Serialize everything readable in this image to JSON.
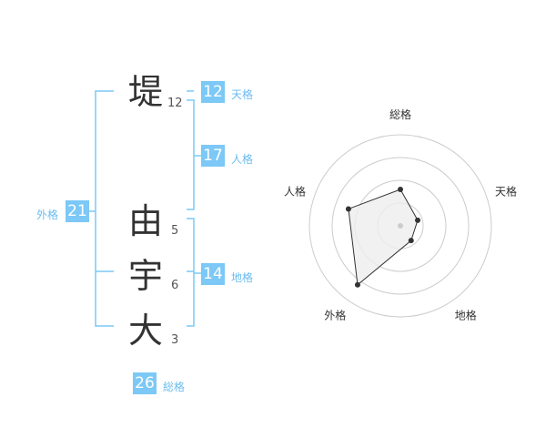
{
  "name": {
    "surname": [
      {
        "char": "堤",
        "strokes": "12"
      }
    ],
    "given": [
      {
        "char": "由",
        "strokes": "5"
      },
      {
        "char": "宇",
        "strokes": "6"
      },
      {
        "char": "大",
        "strokes": "3"
      }
    ]
  },
  "kaku": {
    "ten": {
      "value": "12",
      "label": "天格"
    },
    "jin": {
      "value": "17",
      "label": "人格"
    },
    "chi": {
      "value": "14",
      "label": "地格"
    },
    "gai": {
      "value": "21",
      "label": "外格"
    },
    "sou": {
      "value": "26",
      "label": "総格"
    }
  },
  "chart_data": {
    "type": "radar",
    "axes": [
      "総格",
      "天格",
      "地格",
      "外格",
      "人格"
    ],
    "values": [
      2,
      1,
      1,
      4,
      3
    ],
    "rmax": 5,
    "rings": 4,
    "colors": {
      "fill": "#eeeeee",
      "line": "#333333",
      "grid": "#cccccc",
      "accent": "#7cc8f6"
    }
  }
}
